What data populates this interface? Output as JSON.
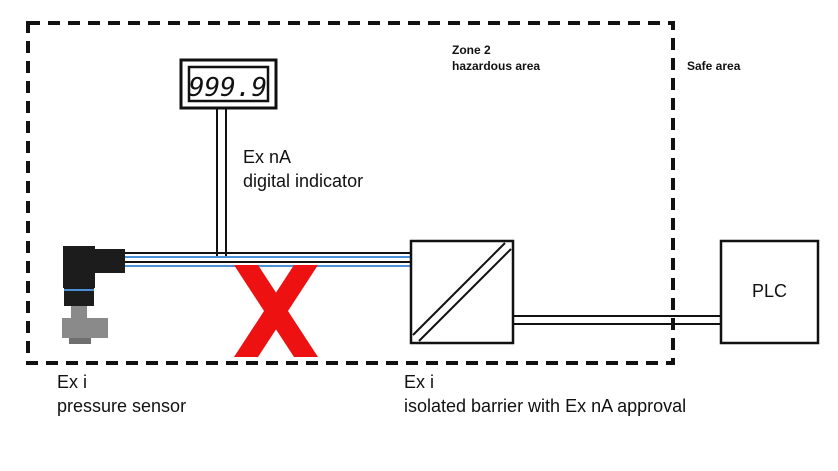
{
  "zone": {
    "line1": "Zone 2",
    "line2": "hazardous area"
  },
  "safe_area": "Safe area",
  "indicator": {
    "display": "999.9",
    "line1": "Ex nA",
    "line2": "digital indicator"
  },
  "sensor": {
    "line1": "Ex i",
    "line2": "pressure sensor"
  },
  "barrier": {
    "line1": "Ex i",
    "line2": "isolated barrier with Ex nA approval"
  },
  "plc": "PLC",
  "colors": {
    "line": "#111111",
    "cable_blue": "#4a90d9",
    "cross": "#ee1111",
    "sensor_body": "#1c1c1c",
    "sensor_base": "#8a8a8a"
  }
}
